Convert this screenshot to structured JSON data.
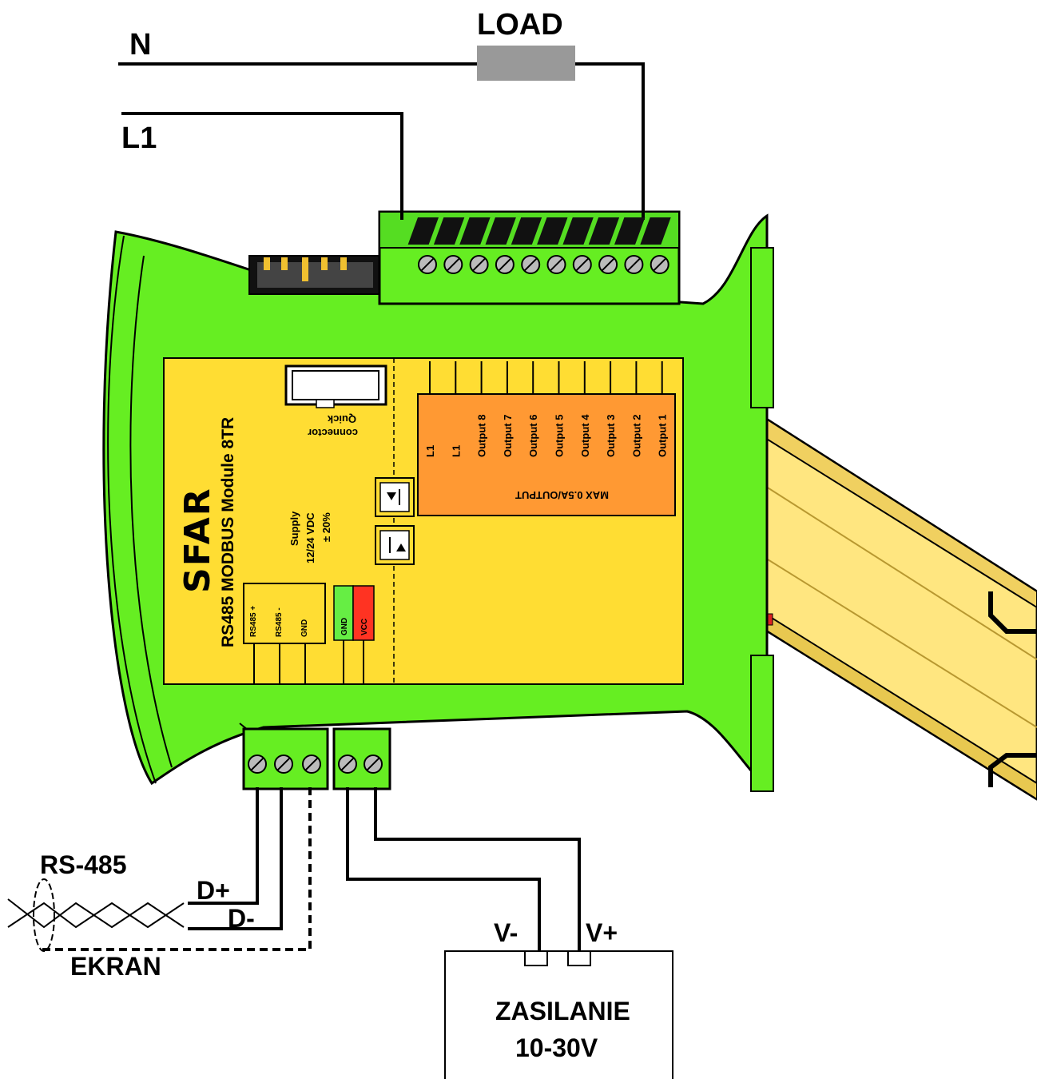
{
  "wiring": {
    "neutral": "N",
    "load": "LOAD",
    "line": "L1",
    "bus": "RS-485",
    "d_plus": "D+",
    "d_minus": "D-",
    "shield": "EKRAN",
    "v_minus": "V-",
    "v_plus": "V+",
    "psu_line1": "ZASILANIE",
    "psu_line2": "10-30V"
  },
  "module": {
    "brand": "SFAR",
    "name": "RS485 MODBUS Module 8TR",
    "supply_line1": "Supply",
    "supply_line2": "12/24 VDC",
    "supply_line3": "± 20%",
    "quick_line1": "Quick",
    "quick_line2": "connector",
    "rs485_terminals": [
      "RS485 +",
      "RS485 -",
      "GND"
    ],
    "power_terminals": [
      "GND",
      "VCC"
    ],
    "outputs": [
      "L1",
      "L1",
      "Output 8",
      "Output 7",
      "Output 6",
      "Output 5",
      "Output 4",
      "Output 3",
      "Output 2",
      "Output 1"
    ],
    "max_rating": "MAX 0.5A/OUTPUT"
  },
  "colors": {
    "housing": "#66ee22",
    "panel": "#ffdd33",
    "output_block": "#ff9933",
    "rail": "#ffe680",
    "load": "#999999",
    "gnd_tag": "#66ee44",
    "vcc_tag": "#ff3322"
  }
}
